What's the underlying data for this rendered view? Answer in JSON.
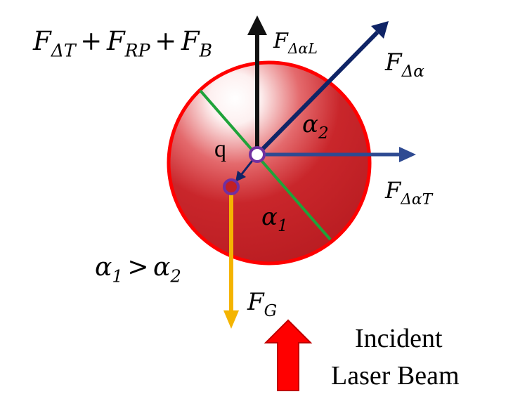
{
  "labels": {
    "force_sum": {
      "f1": "F",
      "s1": "ΔT",
      "plus1": "+",
      "f2": "F",
      "s2": "RP",
      "plus2": "+",
      "f3": "F",
      "s3": "B"
    },
    "force_dal": {
      "f": "F",
      "s": "ΔαL"
    },
    "force_da": {
      "f": "F",
      "s": "Δα"
    },
    "force_dat": {
      "f": "F",
      "s": "ΔαT"
    },
    "force_g": {
      "f": "F",
      "s": "G"
    },
    "alpha2": {
      "a": "α",
      "s": "2"
    },
    "alpha1": {
      "a": "α",
      "s": "1"
    },
    "q": "q",
    "inequality": {
      "a1": "α",
      "s1": "1",
      "gt": ">",
      "a2": "α",
      "s2": "2"
    },
    "beam_line1": "Incident",
    "beam_line2": "Laser Beam"
  },
  "colors": {
    "sphere_fill": "#c21f24",
    "sphere_outline": "#ff0000",
    "sphere_highlight": "#ffffff",
    "arrow_black": "#111111",
    "arrow_navy": "#0f2466",
    "arrow_blue": "#2e4a92",
    "arrow_yellow": "#f4b400",
    "green_line": "#1fa33a",
    "purple_circle": "#7030a0",
    "laser_arrow": "#ff0000",
    "laser_arrow_outline": "#c00000"
  }
}
